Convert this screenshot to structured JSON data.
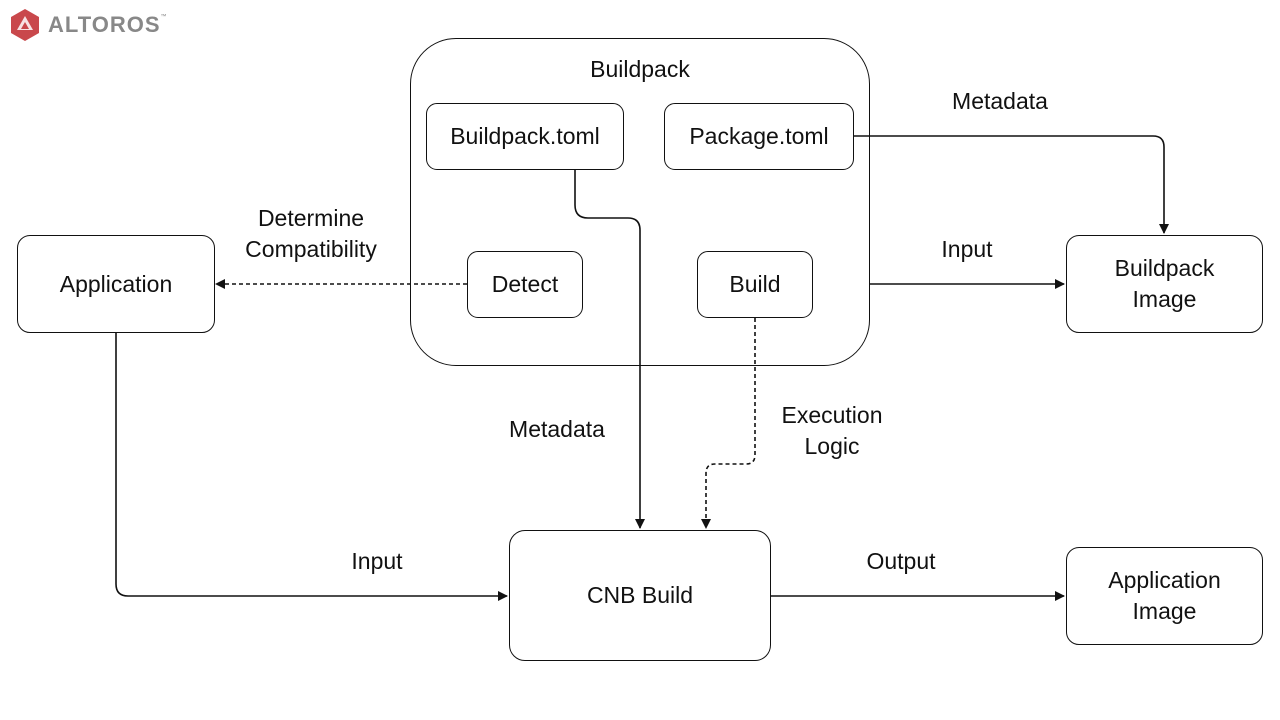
{
  "logo": {
    "name": "ALTOROS",
    "tm": "™"
  },
  "nodes": {
    "buildpack_group": "Buildpack",
    "buildpack_toml": "Buildpack.toml",
    "package_toml": "Package.toml",
    "detect": "Detect",
    "build": "Build",
    "application": "Application",
    "buildpack_image": [
      "Buildpack",
      "Image"
    ],
    "cnb_build": "CNB Build",
    "application_image": [
      "Application",
      "Image"
    ]
  },
  "edges": {
    "metadata_top": "Metadata",
    "input_right": "Input",
    "determine_compatibility": [
      "Determine",
      "Compatibility"
    ],
    "metadata_mid": "Metadata",
    "execution_logic": [
      "Execution",
      "Logic"
    ],
    "input_bottom": "Input",
    "output": "Output"
  },
  "colors": {
    "stroke": "#111111",
    "logo_red": "#c9484c",
    "logo_gray": "#888888"
  },
  "icons": {
    "logo": "altoros-hexagon-icon"
  }
}
